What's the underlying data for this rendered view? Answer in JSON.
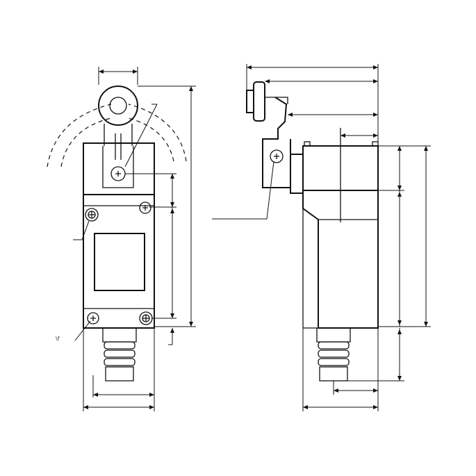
{
  "diagram": {
    "views": [
      "front-view",
      "side-view"
    ],
    "labels": {
      "stray_mark": "\\f"
    },
    "colors": {
      "line": "#111111",
      "background": "#ffffff"
    }
  }
}
